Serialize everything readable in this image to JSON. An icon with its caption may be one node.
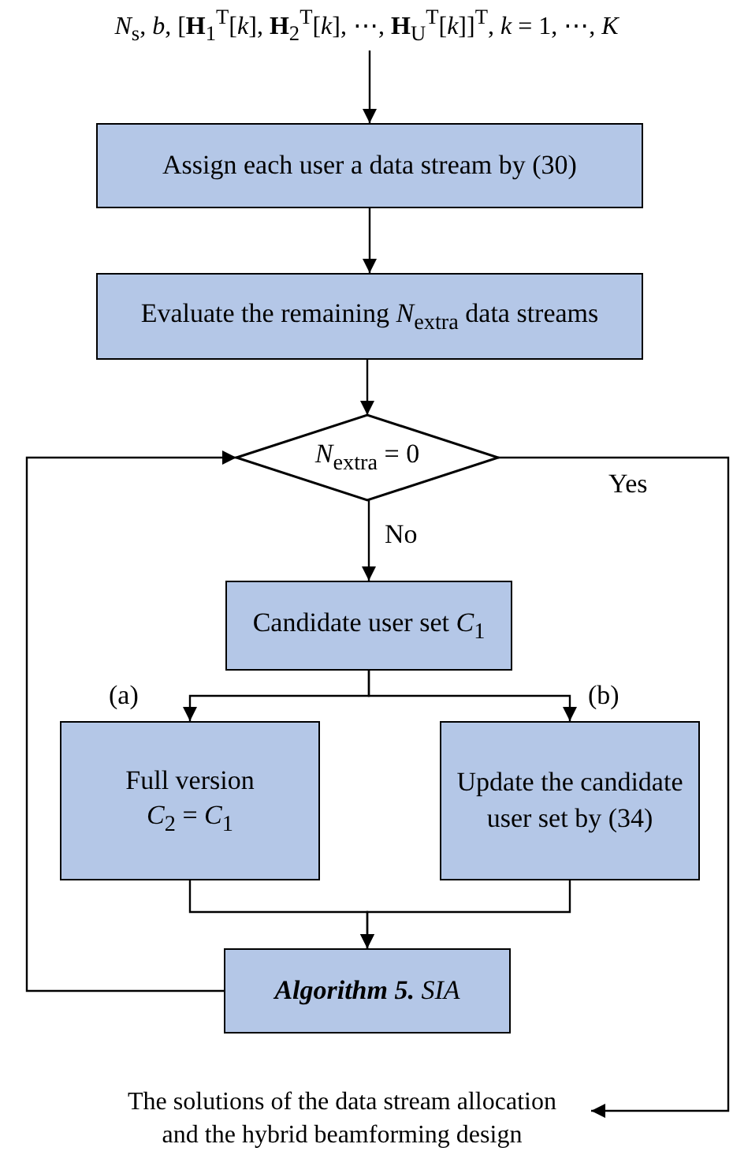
{
  "diagram": {
    "nodes": [
      {
        "text": [
          "*N*$_{s}$, *b*, [**H**$_{1}$$^{T}$[*k*], **H**$_{2}$$^{T}$[*k*], ⋯, **H**$_{U}$$^{T}$[*k*]]$^{T}$, *k* = 1, ⋯, *K*"
        ]
      },
      {
        "text": [
          "Assign each user a data stream by (30)"
        ]
      },
      {
        "text": [
          "Evaluate the remaining *N*$_{extra}$ data streams"
        ]
      },
      {
        "text": [
          "*N*$_{extra}$ = 0"
        ]
      },
      {
        "text": [
          "Candidate user set *C*$_{1}$"
        ]
      },
      {
        "text": [
          "Full version",
          "*C*$_{2}$ = *C*$_{1}$"
        ]
      },
      {
        "text": [
          "Update the candidate user set by (34)"
        ]
      },
      {
        "text": [
          "**Algorithm 5.** SIA"
        ]
      },
      {
        "text": [
          "The solutions of the data stream allocation and the hybrid beamforming design"
        ]
      }
    ],
    "edges": [
      {
        "from": 0,
        "to": 1,
        "arrow": "to"
      },
      {
        "from": 1,
        "to": 2,
        "arrow": "to"
      },
      {
        "from": 2,
        "to": 3,
        "arrow": "to"
      },
      {
        "from": 3,
        "to": 4,
        "arrow": "to",
        "label": "No"
      },
      {
        "from": 4,
        "to": 5,
        "arrow": "to",
        "label": "(a)"
      },
      {
        "from": 4,
        "to": 6,
        "arrow": "to",
        "label": "(b)"
      },
      {
        "from": 5,
        "to": 7,
        "arrow": "to"
      },
      {
        "from": 6,
        "to": 7,
        "arrow": "to"
      },
      {
        "from": 7,
        "to": 3,
        "arrow": "to"
      },
      {
        "from": 3,
        "to": 8,
        "arrow": "to",
        "label": "Yes"
      }
    ]
  }
}
